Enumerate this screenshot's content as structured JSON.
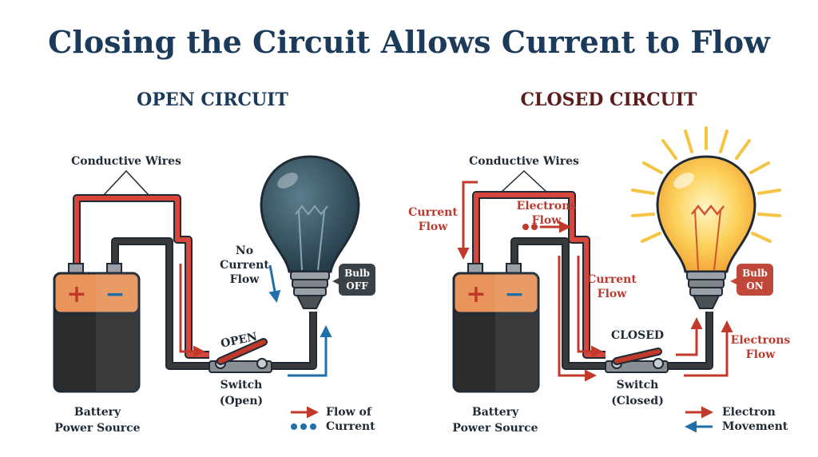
{
  "title": "Closing the Circuit Allows Current to Flow",
  "colors": {
    "title": "#1c3a5a",
    "open_heading": "#1c3a5a",
    "closed_heading": "#5a1f1c",
    "current_red": "#c0392b",
    "electron_blue": "#1f6fa8",
    "bulb_off": "#33505f",
    "bulb_on": "#fcd15a",
    "battery_orange": "#e8945a",
    "battery_dark": "#2c2c2c"
  },
  "open": {
    "heading": "OPEN CIRCUIT",
    "wires_label": "Conductive Wires",
    "no_current_line1": "No",
    "no_current_line2": "Current",
    "no_current_line3": "Flow",
    "bulb_badge_line1": "Bulb",
    "bulb_badge_line2": "OFF",
    "switch_state": "OPEN",
    "switch_line1": "Switch",
    "switch_line2": "(Open)",
    "battery_line1": "Battery",
    "battery_line2": "Power Source",
    "legend_flow_line1": "Flow of",
    "legend_flow_line2": "Current"
  },
  "closed": {
    "heading": "CLOSED CIRCUIT",
    "wires_label": "Conductive Wires",
    "current_flow_left_line1": "Current",
    "current_flow_left_line2": "Flow",
    "electrons_flow_top_line1": "Electrons",
    "electrons_flow_top_line2": "Flow",
    "current_flow_mid_line1": "Current",
    "current_flow_mid_line2": "Flow",
    "bulb_badge_line1": "Bulb",
    "bulb_badge_line2": "ON",
    "switch_state": "CLOSED",
    "electrons_flow_right_line1": "Electrons",
    "electrons_flow_right_line2": "Flow",
    "switch_line1": "Switch",
    "switch_line2": "(Closed)",
    "battery_line1": "Battery",
    "battery_line2": "Power Source",
    "legend_electron_line1": "Electron",
    "legend_electron_line2": "Movement"
  },
  "battery_symbols": {
    "positive": "+",
    "negative": "−"
  }
}
